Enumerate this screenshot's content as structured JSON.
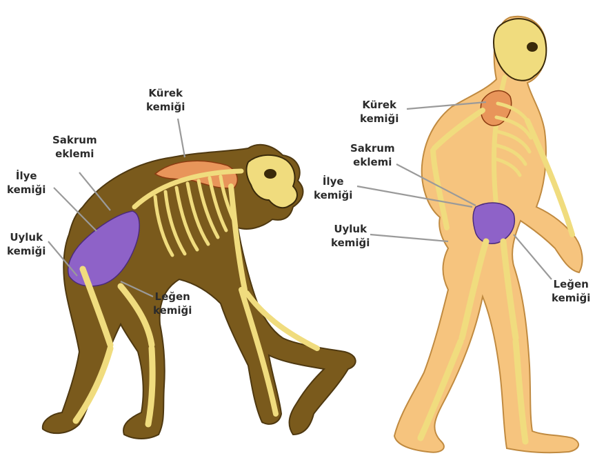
{
  "figure": {
    "chimp": {
      "scapula": [
        "Kürek",
        "kemiği"
      ],
      "sacrum": [
        "Sakrum",
        "eklemi"
      ],
      "ilium": [
        "İlye",
        "kemiği"
      ],
      "femur": [
        "Uyluk",
        "kemiği"
      ],
      "pelvis": [
        "Leğen",
        "kemiği"
      ]
    },
    "human": {
      "scapula": [
        "Kürek",
        "kemiği"
      ],
      "sacrum": [
        "Sakrum",
        "eklemi"
      ],
      "ilium": [
        "İlye",
        "kemiği"
      ],
      "femur": [
        "Uyluk",
        "kemiği"
      ],
      "pelvis": [
        "Leğen",
        "kemiği"
      ]
    }
  },
  "colors": {
    "chimp_fur": "#7a5a1c",
    "chimp_fur_dark": "#4e3810",
    "human_skin": "#f6c47e",
    "bone": "#f0dc7e",
    "bone_outline": "#3a2a0a",
    "scapula_highlight": "#e8955a",
    "pelvis_highlight": "#8e62c8",
    "leader_line": "#9a9a9a"
  }
}
